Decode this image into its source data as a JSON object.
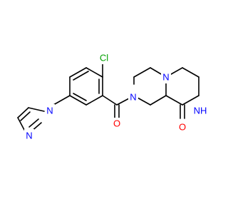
{
  "atoms": {
    "chlorine": {
      "symbol": "Cl",
      "color": "#00a000"
    },
    "carbonyl_oxygen": {
      "symbol": "O",
      "color": "#ff0000"
    },
    "lactam_oxygen": {
      "symbol": "O",
      "color": "#ff0000"
    },
    "amide_nitrogen": {
      "symbol": "N",
      "color": "#0000ff"
    },
    "bridgehead_nitrogen": {
      "symbol": "N",
      "color": "#0000ff"
    },
    "lactam_nitrogen": {
      "symbol": "NH",
      "color": "#0000ff"
    },
    "pyrazole_n1": {
      "symbol": "N",
      "color": "#0000ff"
    },
    "pyrazole_n2": {
      "symbol": "N",
      "color": "#0000ff"
    }
  },
  "colors": {
    "bond": "#000000",
    "background": "#ffffff"
  }
}
